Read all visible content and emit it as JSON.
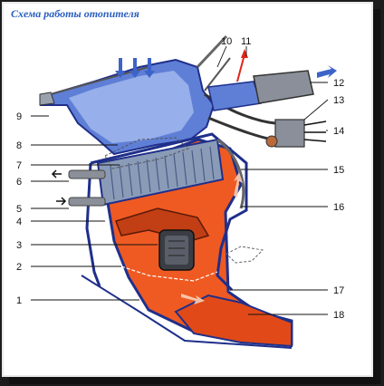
{
  "title": "Схема работы отопителя",
  "callouts": [
    "1",
    "2",
    "3",
    "4",
    "5",
    "6",
    "7",
    "8",
    "9",
    "10",
    "11",
    "12",
    "13",
    "14",
    "15",
    "16",
    "17",
    "18"
  ],
  "colors": {
    "housing_blue": "#5f7fd6",
    "air_blue_light": "#a9bff0",
    "hot_orange": "#ef5a22",
    "outline": "#1f2f8a",
    "grey_metal": "#7d8593",
    "radiator": "#8a9bb8"
  }
}
